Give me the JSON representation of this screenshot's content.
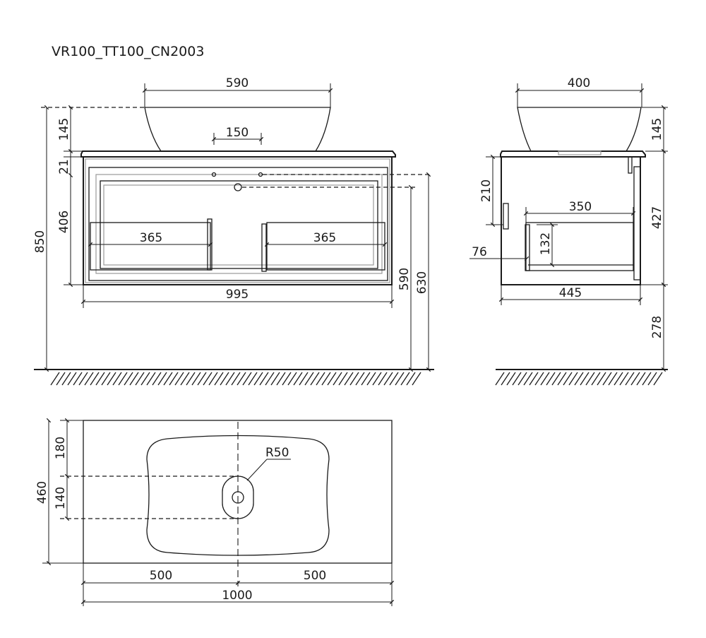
{
  "title": "VR100_TT100_CN2003",
  "front_view": {
    "sink_width": "590",
    "drain_offset": "150",
    "sink_height": "145",
    "top_thickness": "21",
    "cabinet_height": "406",
    "total_height": "850",
    "drawer_left_depth": "365",
    "drawer_right_depth": "365",
    "cabinet_width": "995",
    "pipe_height": "590",
    "outlet_height": "630"
  },
  "side_view": {
    "sink_depth": "400",
    "sink_height": "145",
    "drawer_offset": "210",
    "drawer_depth": "350",
    "drawer_inner_height": "132",
    "front_gap": "76",
    "cabinet_height": "427",
    "cabinet_depth": "445",
    "floor_clearance": "278"
  },
  "top_view": {
    "back_to_center": "180",
    "hole_spacing": "140",
    "total_depth": "460",
    "radius_label": "R50",
    "left_half": "500",
    "right_half": "500",
    "total_width": "1000"
  }
}
